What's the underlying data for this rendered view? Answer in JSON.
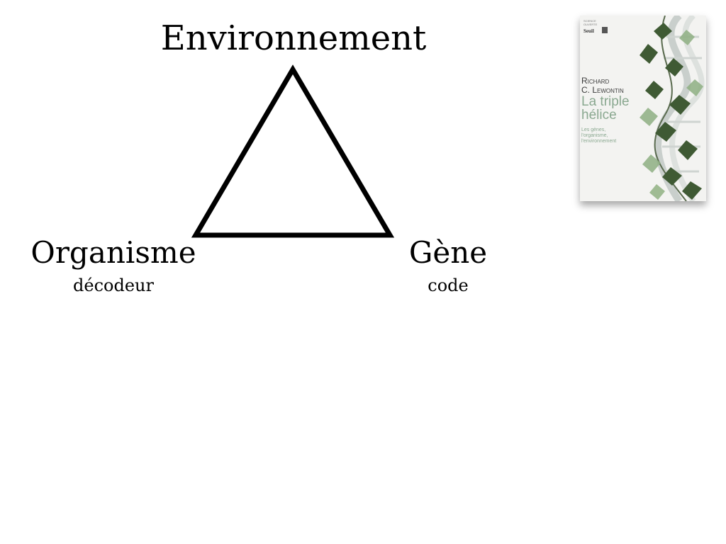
{
  "diagram": {
    "top_label": "Environnement",
    "left_label": "Organisme",
    "left_sublabel": "décodeur",
    "right_label": "Gène",
    "right_sublabel": "code"
  },
  "book_cover": {
    "series": "Science ouverte",
    "publisher": "Seuil",
    "author": "Richard\nC. Lewontin",
    "title": "La triple\nhélice",
    "subtitle": "Les gènes, l'organisme,\nl'environnement"
  }
}
